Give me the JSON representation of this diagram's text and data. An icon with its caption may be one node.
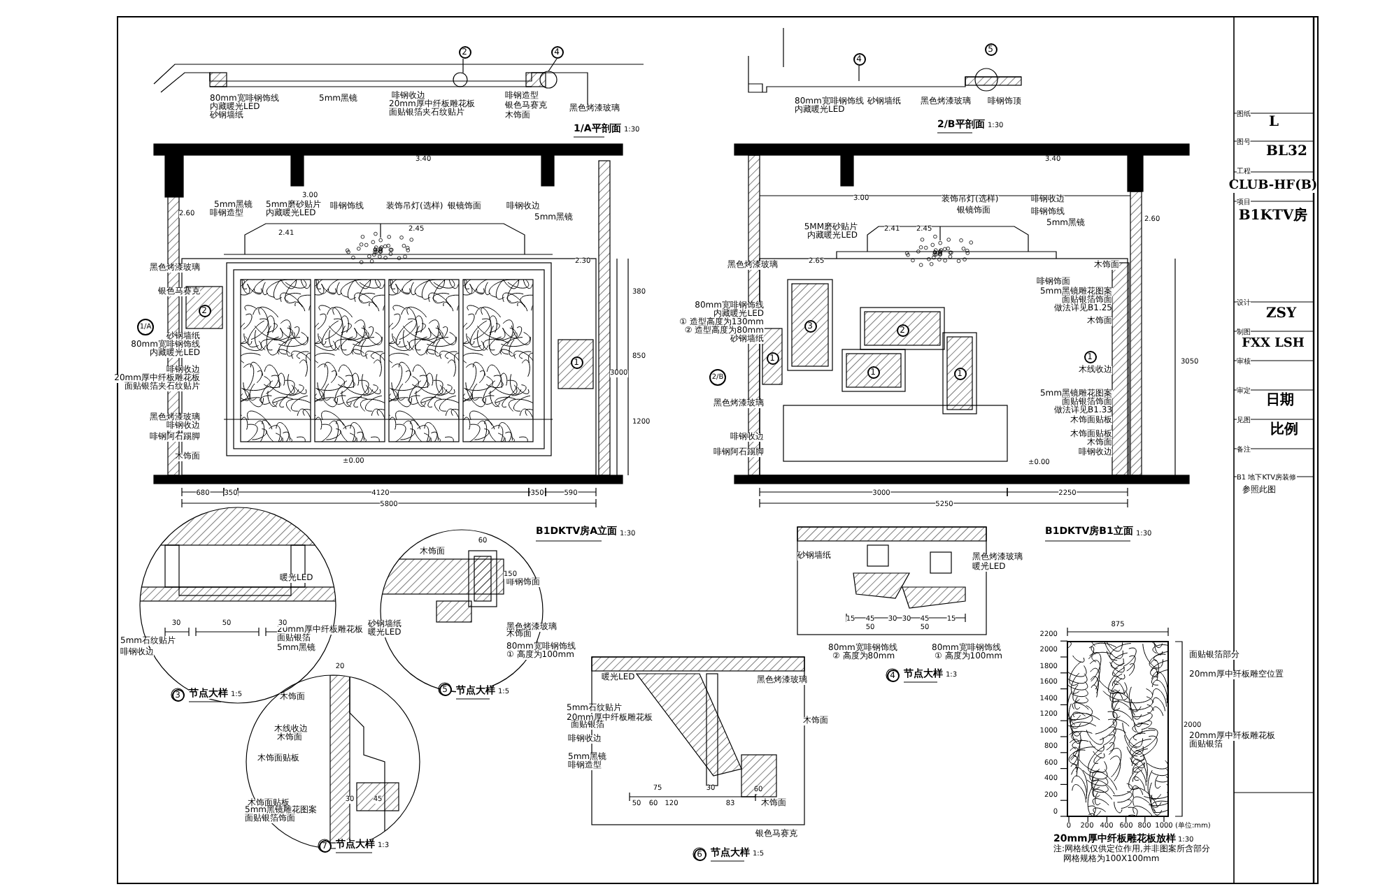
{
  "diagram": {
    "labels": [
      "80mm宽啡钢饰线",
      "内藏暖光LED",
      "砂钢墙纸",
      "5mm黑镜",
      "啡钢收边",
      "20mm厚中纤板雕花板",
      "面贴银箔夹石纹贴片",
      "啡钢造型",
      "银色马赛克",
      "木饰面",
      "黑色烤漆玻璃",
      "1/A平剖面",
      "1:30",
      "2",
      "4",
      "3.40",
      "3.00",
      "2.60",
      "5mm黑镜",
      "啡钢造型",
      "5mm磨砂贴片",
      "内藏暖光LED",
      "啡钢饰线",
      "装饰吊灯(选样)",
      "银镜饰面",
      "啡钢收边",
      "5mm黑镜",
      "2.41",
      "2.45",
      "2.30",
      "±0.00",
      "黑色烤漆玻璃",
      "银色马赛克",
      "砂钢墙纸",
      "80mm宽啡钢饰线",
      "内藏暖光LED",
      "啡钢收边",
      "20mm厚中纤板雕花板",
      "面贴银箔夹石纹贴片",
      "黑色烤漆玻璃",
      "啡钢收边",
      "啡钢阿石踢脚",
      "木饰面",
      "1/A",
      "2",
      "1",
      "680",
      "350",
      "4120",
      "350",
      "590",
      "5800",
      "380",
      "850",
      "1200",
      "3000",
      "B1DKTV房A立面",
      "1:30",
      "80mm宽啡钢饰线",
      "内藏暖光LED",
      "砂钢墙纸",
      "黑色烤漆玻璃",
      "啡钢饰顶",
      "2/B平剖面",
      "1:30",
      "4",
      "5",
      "3.40",
      "3.00",
      "2.60",
      "装饰吊灯(选样)",
      "啡钢收边",
      "银镜饰面",
      "啡钢饰线",
      "5mm黑镜",
      "5MM磨砂贴片",
      "内藏暖光LED",
      "2.41",
      "2.45",
      "2.65",
      "黑色烤漆玻璃",
      "80mm宽啡钢饰线",
      "内藏暖光LED",
      "① 造型高度为130mm",
      "② 造型高度为80mm",
      "砂钢墙纸",
      "2/B",
      "黑色烤漆玻璃",
      "啡钢收边",
      "啡钢阿石踢脚",
      "木饰面",
      "啡钢饰面",
      "5mm黑镜雕花图案",
      "面贴银箔饰面",
      "做法详见B1.25",
      "木饰面",
      "木线收边",
      "5mm黑镜雕花图案",
      "面贴银箔饰面",
      "做法详见B1.33",
      "木饰面贴板",
      "木饰面贴板",
      "木饰面",
      "啡钢收边",
      "3",
      "2",
      "1",
      "1",
      "1",
      "1",
      "±0.00",
      "3000",
      "2250",
      "5250",
      "3050",
      "B1DKTV房B1立面",
      "1:30",
      "暖光LED",
      "20mm厚中纤板雕花板",
      "面贴银箔",
      "5mm黑镜",
      "5mm石纹贴片",
      "啡钢收边",
      "30",
      "50",
      "30",
      "3",
      "节点大样",
      "1:5",
      "木饰面",
      "啡钢饰面",
      "60",
      "150",
      "砂钢墙纸",
      "暖光LED",
      "黑色烤漆玻璃",
      "木饰面",
      "80mm宽啡钢饰线",
      "① 高度为100mm",
      "5",
      "节点大样",
      "1:5",
      "20",
      "木饰面",
      "木线收边",
      "木饰面",
      "木饰面贴板",
      "木饰面贴板",
      "5mm黑镜雕花图案",
      "面贴银箔饰面",
      "30",
      "45",
      "7",
      "节点大样",
      "1:3",
      "暖光LED",
      "5mm石纹贴片",
      "20mm厚中纤板雕花板",
      "面贴银箔",
      "啡钢收边",
      "5mm黑镜",
      "啡钢造型",
      "黑色烤漆玻璃",
      "木饰面",
      "木饰面",
      "银色马赛克",
      "75",
      "120",
      "30",
      "50",
      "60",
      "83",
      "60",
      "6",
      "节点大样",
      "1:5",
      "砂钢墙纸",
      "黑色烤漆玻璃",
      "暖光LED",
      "80mm宽啡钢饰线",
      "② 高度为80mm",
      "80mm宽啡钢饰线",
      "① 高度为100mm",
      "15",
      "45",
      "50",
      "30",
      "30",
      "45",
      "50",
      "15",
      "4",
      "节点大样",
      "1:3",
      "875",
      "2200",
      "2000",
      "1800",
      "1600",
      "1400",
      "1200",
      "1000",
      "800",
      "600",
      "400",
      "200",
      "0",
      "0",
      "200",
      "400",
      "600",
      "800",
      "1000",
      "(单位:mm)",
      "面贴银箔部分",
      "20mm厚中纤板雕空位置",
      "20mm厚中纤板雕花板",
      "面贴银箔",
      "2000",
      "20mm厚中纤板雕花板放样",
      "1:30",
      "注:网格线仅供定位作用,并非图案所含部分",
      "网格规格为100X100mm",
      "图纸",
      "L",
      "图号",
      "BL32",
      "工程",
      "CLUB-HF(B)",
      "项目",
      "B1KTV房",
      "设计",
      "ZSY",
      "制图",
      "FXX LSH",
      "审核",
      "审定",
      "日期",
      "见图",
      "比例",
      "备注",
      "B1 地下KTV房装修",
      "参照此图"
    ]
  }
}
